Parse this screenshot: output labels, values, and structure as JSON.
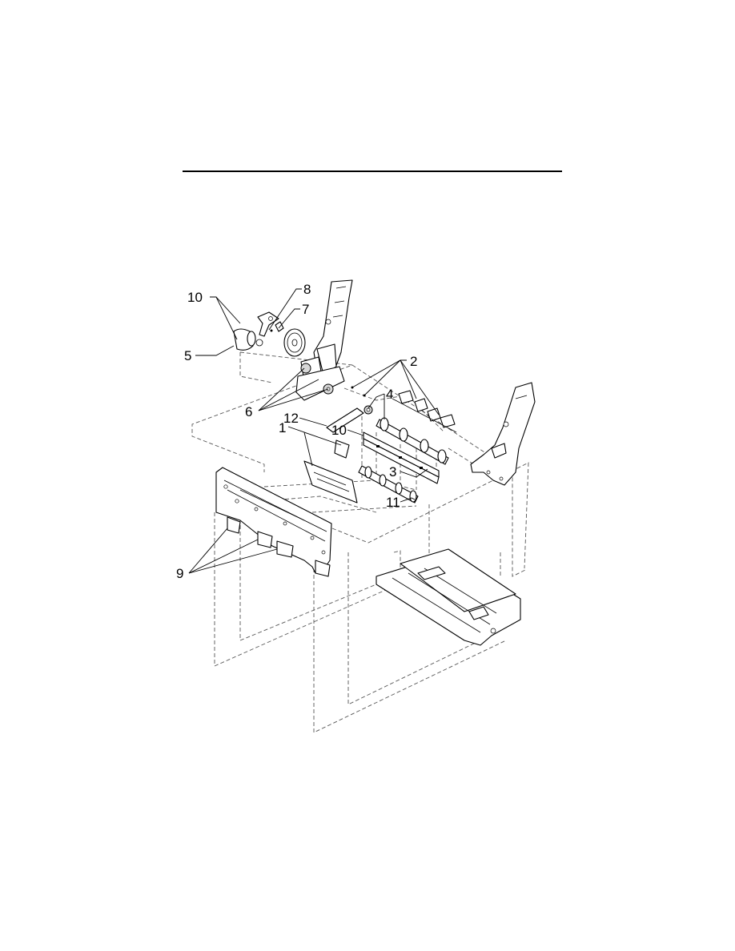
{
  "colors": {
    "ink": "#000000",
    "paper": "#ffffff",
    "hidden_line": "#555555"
  },
  "callouts": [
    {
      "id": "c10a",
      "text": "10"
    },
    {
      "id": "c8",
      "text": "8"
    },
    {
      "id": "c7",
      "text": "7"
    },
    {
      "id": "c5",
      "text": "5"
    },
    {
      "id": "c2",
      "text": "2"
    },
    {
      "id": "c4",
      "text": "4"
    },
    {
      "id": "c6",
      "text": "6"
    },
    {
      "id": "c12",
      "text": "12"
    },
    {
      "id": "c1",
      "text": "1"
    },
    {
      "id": "c10b",
      "text": "10"
    },
    {
      "id": "c3",
      "text": "3"
    },
    {
      "id": "c11",
      "text": "11"
    },
    {
      "id": "c9",
      "text": "9"
    }
  ]
}
